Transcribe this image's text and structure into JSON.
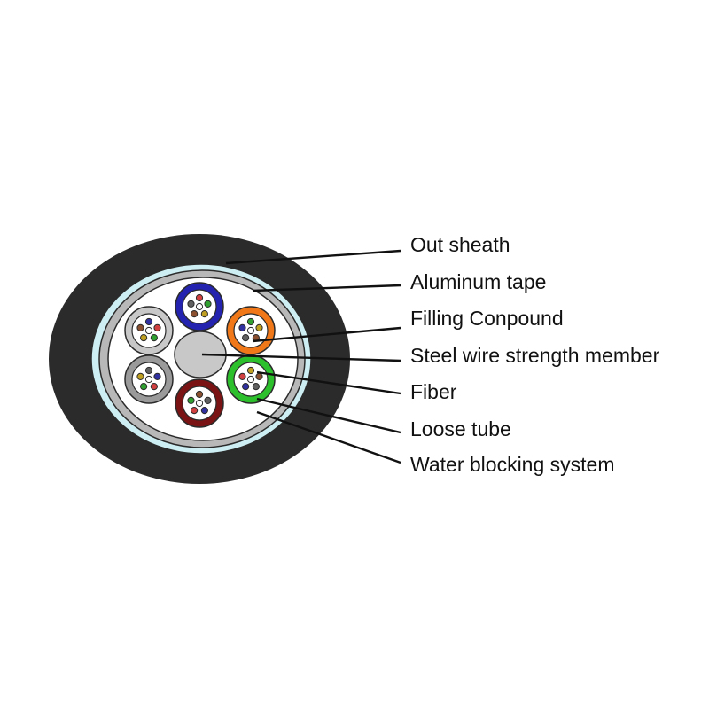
{
  "labels": [
    "Out sheath",
    "Aluminum tape",
    "Filling Conpound",
    "Steel wire strength member",
    "Fiber",
    "Loose tube",
    "Water blocking system"
  ],
  "colors": {
    "out_sheath": "#2b2b2b",
    "water_blocking_ring": "#cdeff3",
    "aluminum_tape": "#b8b8b8",
    "core_fill": "#ffffff",
    "strength_member": "#c8c8c8",
    "tubes": [
      "#2323b0",
      "#f07818",
      "#2cc02c",
      "#7a1414",
      "#9a9a9a",
      "#c8c8c8"
    ],
    "fiber_colors": [
      "#3030a0",
      "#d04040",
      "#30a030",
      "#c0a020",
      "#8a5030",
      "#606060"
    ]
  }
}
